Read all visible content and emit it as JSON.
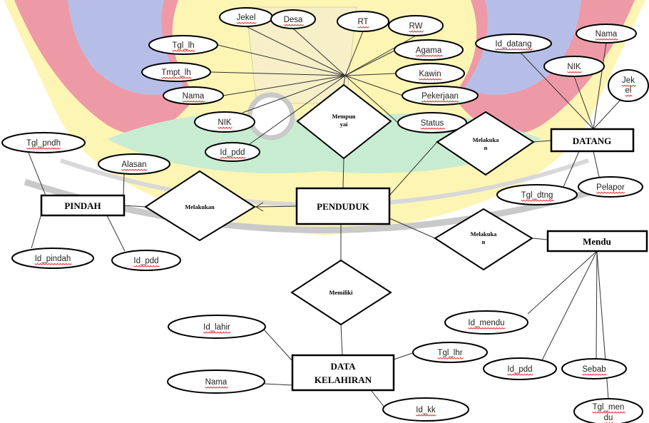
{
  "colors": {
    "watermark_yellow": "#fdf5b3",
    "watermark_red": "#ee9aa6",
    "watermark_blue": "#b6bee8",
    "watermark_green": "#c8ecd2",
    "watermark_gray": "#c9c9c9",
    "line": "#333333"
  },
  "entities": {
    "penduduk": "PENDUDUK",
    "pindah": "PINDAH",
    "datang": "DATANG",
    "mendu": "Mendu",
    "data_kelahiran": [
      "DATA",
      "KELAHIRAN"
    ]
  },
  "relationships": {
    "mempunyai": [
      "Mempun",
      "yai"
    ],
    "melakukan_pindah": [
      "Melakukan"
    ],
    "melakukan_datang": [
      "Melakuka",
      "n"
    ],
    "melakukan_mendu": [
      "Melakuka",
      "n"
    ],
    "memiliki": [
      "Memiliki"
    ]
  },
  "attributes": {
    "penduduk": {
      "jekel": [
        "Jekel"
      ],
      "desa": [
        "Desa"
      ],
      "rt": [
        "RT"
      ],
      "rw": [
        "RW"
      ],
      "tgl_lhr": [
        "Tgl_lh"
      ],
      "agama": [
        "Agama"
      ],
      "tmpt_lhr": [
        "Tmpt_lh"
      ],
      "kawin": [
        "Kawin"
      ],
      "nama": [
        "Nama"
      ],
      "pekerjaan": [
        "Pekerjaan"
      ],
      "nik": [
        "NIK"
      ],
      "status": [
        "Status"
      ],
      "id_pdd": [
        "Id_pdd"
      ]
    },
    "pindah": {
      "tgl_pndh": [
        "Tgl_pndh"
      ],
      "alasan": [
        "Alasan"
      ],
      "id_pindah": [
        "Id_pindah"
      ],
      "id_pdd": [
        "Id_pdd"
      ]
    },
    "datang": {
      "id_datang": [
        "Id_datang"
      ],
      "nama": [
        "Nama"
      ],
      "nik": [
        "NIK"
      ],
      "jekel": [
        "Jek",
        "el"
      ],
      "pelapor": [
        "Pelapor"
      ],
      "tgl_dtng": [
        "Tgl_dtng"
      ]
    },
    "mendu": {
      "id_mendu": [
        "Id_mendu"
      ],
      "id_pdd": [
        "Id_pdd"
      ],
      "sebab": [
        "Sebab"
      ],
      "tgl_mendu": [
        "Tgl_men",
        "du"
      ]
    },
    "data_kelahiran": {
      "id_lahir": [
        "Id_lahir"
      ],
      "tgl_lhr": [
        "Tgl_lhr"
      ],
      "nama": [
        "Nama"
      ],
      "id_kk": [
        "Id_kk"
      ]
    }
  }
}
